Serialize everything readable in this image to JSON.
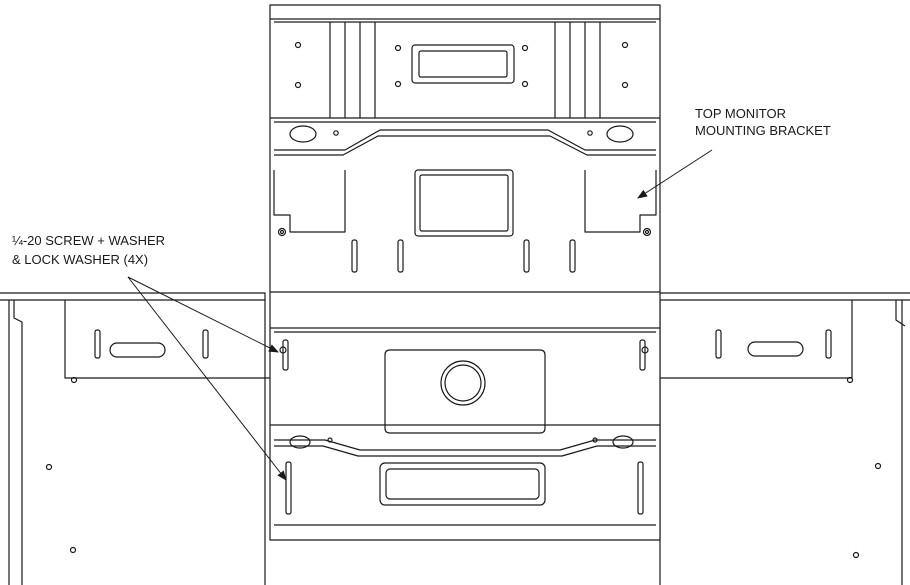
{
  "callouts": {
    "bracket": {
      "line1": "TOP MONITOR",
      "line2": "MOUNTING BRACKET"
    },
    "screw": {
      "line1": "¼-20 SCREW + WASHER",
      "line2": "& LOCK WASHER (4X)"
    }
  },
  "colors": {
    "stroke": "#1a1a1a",
    "background": "#ffffff"
  }
}
